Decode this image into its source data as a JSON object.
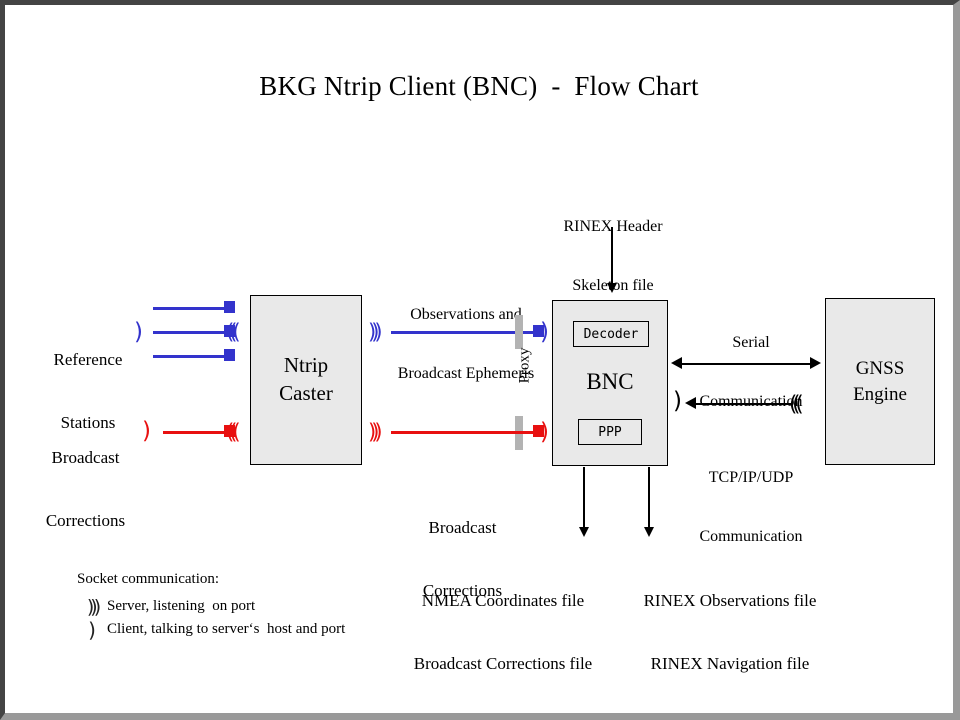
{
  "title": "BKG Ntrip Client (BNC)  -  Flow Chart",
  "boxes": {
    "caster": {
      "line1": "Ntrip",
      "line2": "Caster"
    },
    "bnc": {
      "label": "BNC",
      "decoder": "Decoder",
      "ppp": "PPP"
    },
    "gnss": {
      "line1": "GNSS",
      "line2": "Engine"
    }
  },
  "labels": {
    "reference_stations": {
      "line1": "Reference",
      "line2": "Stations"
    },
    "broadcast_corrections_left": {
      "line1": "Broadcast",
      "line2": "Corrections"
    },
    "observations_ephemeris": {
      "line1": "Observations and",
      "line2": "Broadcast Ephemeris"
    },
    "broadcast_corrections_mid": {
      "line1": "Broadcast",
      "line2": "Corrections"
    },
    "rinex_skeleton": {
      "line1": "RINEX Header",
      "line2": "Skeleton file"
    },
    "serial_communication": {
      "line1": "Serial",
      "line2": "Communication"
    },
    "tcpip_communication": {
      "line1": "TCP/IP/UDP",
      "line2": "Communication"
    },
    "outputs_left": {
      "line1": "NMEA Coordinates file",
      "line2": "Broadcast Corrections file"
    },
    "outputs_right": {
      "line1": "RINEX Observations file",
      "line2": "RINEX Navigation file"
    },
    "proxy": "Proxy"
  },
  "legend": {
    "title": "Socket communication:",
    "server_icon": ")))",
    "server_text": "Server, listening  on port",
    "client_icon": ")",
    "client_text": "Client, talking to server‘s  host and port"
  },
  "icons": {
    "server": ")))",
    "client": ")"
  },
  "colors": {
    "blue": "#3333cc",
    "red": "#e81010",
    "box_fill": "#e9e9e9",
    "proxy_bar": "#b3b3b3",
    "frame_dark": "#444444",
    "frame_light": "#999999"
  }
}
